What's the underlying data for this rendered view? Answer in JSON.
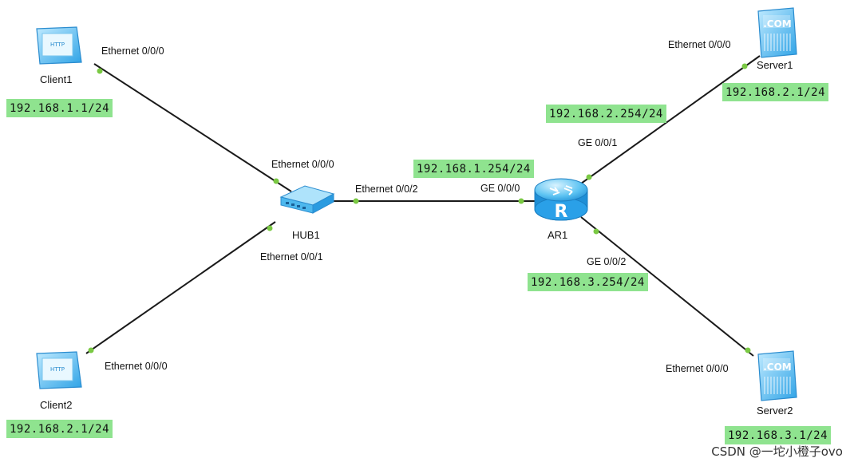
{
  "devices": {
    "client1": {
      "name": "Client1",
      "icon": "http-client-icon",
      "badge": "HTTP"
    },
    "client2": {
      "name": "Client2",
      "icon": "http-client-icon",
      "badge": "HTTP"
    },
    "hub1": {
      "name": "HUB1",
      "icon": "hub-icon"
    },
    "ar1": {
      "name": "AR1",
      "icon": "router-icon",
      "badge": "R"
    },
    "server1": {
      "name": "Server1",
      "icon": "server-icon",
      "badge": ".COM"
    },
    "server2": {
      "name": "Server2",
      "icon": "server-icon",
      "badge": ".COM"
    }
  },
  "ports": {
    "client1_eth": "Ethernet 0/0/0",
    "hub_eth0": "Ethernet 0/0/0",
    "hub_eth1": "Ethernet 0/0/1",
    "hub_eth2": "Ethernet 0/0/2",
    "client2_eth": "Ethernet 0/0/0",
    "ar1_ge0": "GE 0/0/0",
    "ar1_ge1": "GE 0/0/1",
    "ar1_ge2": "GE 0/0/2",
    "server1_eth": "Ethernet 0/0/0",
    "server2_eth": "Ethernet 0/0/0"
  },
  "ips": {
    "client1": "192.168.1.1/24",
    "client2": "192.168.2.1/24",
    "ar1_ge0": "192.168.1.254/24",
    "ar1_ge1": "192.168.2.254/24",
    "ar1_ge2": "192.168.3.254/24",
    "server1": "192.168.2.1/24",
    "server2": "192.168.3.1/24"
  },
  "watermark": "CSDN @一坨小橙子ovo",
  "colors": {
    "ip_highlight": "#8fe38f",
    "port_dot": "#7ac943",
    "link": "#1a1a1a",
    "device_blue": "#4db8ee"
  }
}
